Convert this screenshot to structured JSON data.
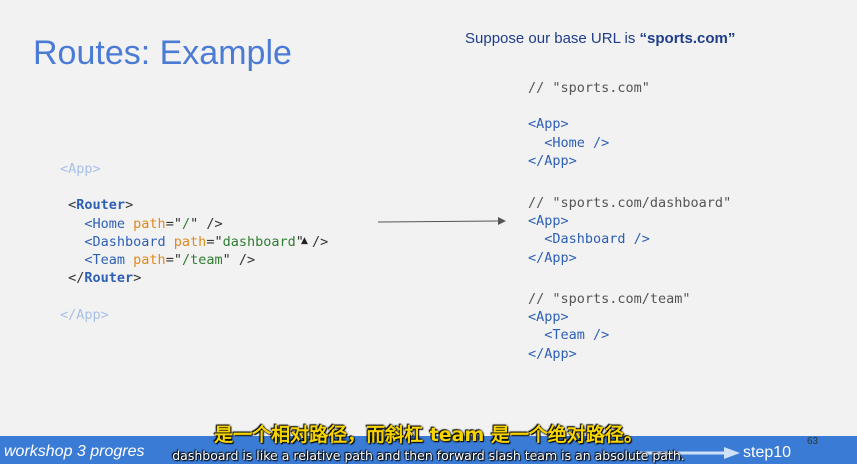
{
  "slide": {
    "title": "Routes: Example",
    "subtitle_prefix": "Suppose our base URL is ",
    "subtitle_bold": "“sports.com”",
    "page_number": "63"
  },
  "left_code": {
    "app_open": "<App>",
    "router_open_lt": "<",
    "router_name": "Router",
    "router_open_gt": ">",
    "home_tag": "<Home ",
    "home_attr": "path",
    "home_eq": "=\"",
    "home_val": "/",
    "home_end": "\" />",
    "dash_tag": "<Dashboard ",
    "dash_attr": "path",
    "dash_eq": "=\"",
    "dash_val": "dashboard",
    "dash_end": "\" />",
    "team_tag": "<Team ",
    "team_attr": "path",
    "team_eq": "=\"",
    "team_val": "/team",
    "team_end": "\" />",
    "router_close_lt": "</",
    "router_close_gt": ">",
    "app_close": "</App>"
  },
  "right_code": {
    "block1_comment": "// \"sports.com\"",
    "block1_app_open": "<App>",
    "block1_child": "<Home />",
    "block1_app_close": "</App>",
    "block2_comment": "// \"sports.com/dashboard\"",
    "block2_app_open": "<App>",
    "block2_child": "<Dashboard />",
    "block2_app_close": "</App>",
    "block3_comment": "// \"sports.com/team\"",
    "block3_app_open": "<App>",
    "block3_child": "<Team />",
    "block3_app_close": "</App>"
  },
  "bottom_bar": {
    "left_text": "workshop 3 progres",
    "right_text": "step10"
  },
  "subtitles": {
    "chinese": "是一个相对路径，而斜杠 team 是一个绝对路径。",
    "english": "dashboard is like a relative path and then forward slash team is an absolute path."
  },
  "colors": {
    "title": "#4b7bd4",
    "tag": "#2d5fb5",
    "attr": "#e08a1e",
    "string": "#2e7d32",
    "bar": "#3a7bd5",
    "subtitle_cn": "#f5d400"
  }
}
